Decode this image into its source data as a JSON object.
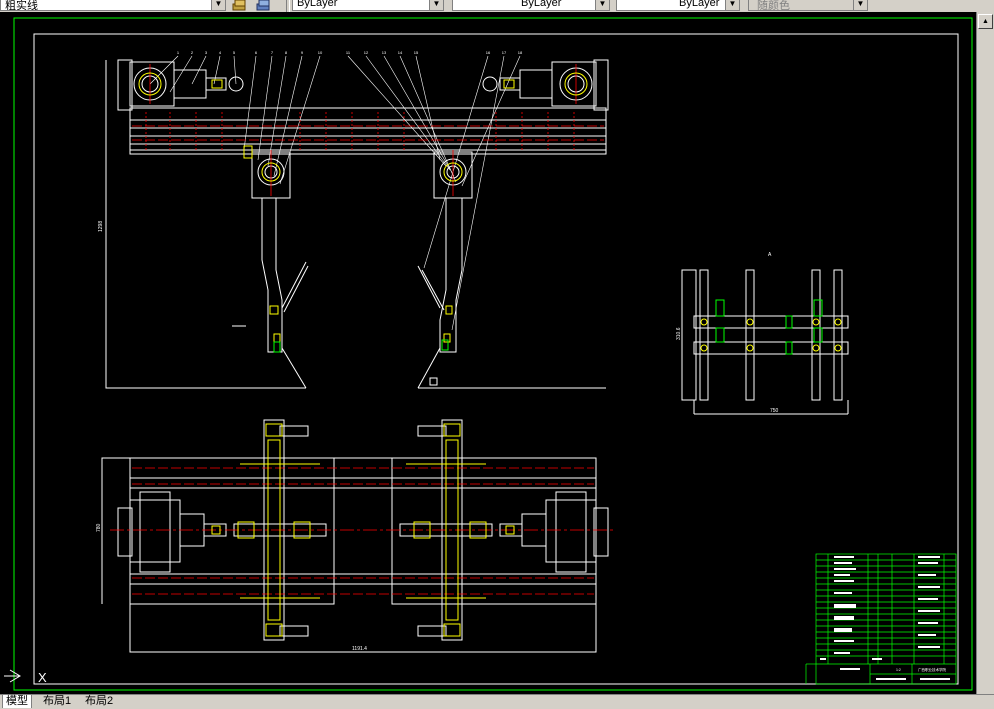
{
  "toolbar": {
    "linetype_combo": "粗实线",
    "layer_color": "ByLayer",
    "linetype": "ByLayer",
    "lineweight": "ByLayer",
    "plotstyle": "随颜色"
  },
  "tabs": [
    {
      "label": "模型",
      "active": true
    },
    {
      "label": "布局1",
      "active": false
    },
    {
      "label": "布局2",
      "active": false
    }
  ],
  "drawing": {
    "dim_front_height": "1298",
    "dim_plan_width": "1191.4",
    "dim_plan_height": "780",
    "dim_side_width": "750",
    "dim_side_height": "310.6",
    "side_view_marker": "A",
    "part_callouts_left": [
      "1",
      "2",
      "3",
      "4",
      "5",
      "6",
      "7",
      "8",
      "9",
      "10"
    ],
    "part_callouts_right": [
      "11",
      "12",
      "13",
      "14",
      "15",
      "16",
      "17",
      "18"
    ],
    "title_block_name": "广西职业技术学院",
    "title_scale": "1:2"
  },
  "ucs_icon": "X",
  "colors": {
    "canvas": "#000000",
    "border": "#00ff00",
    "lines": "#ffffff",
    "center": "#ff0000",
    "parts": "#ffff00",
    "table": "#00ff00"
  }
}
